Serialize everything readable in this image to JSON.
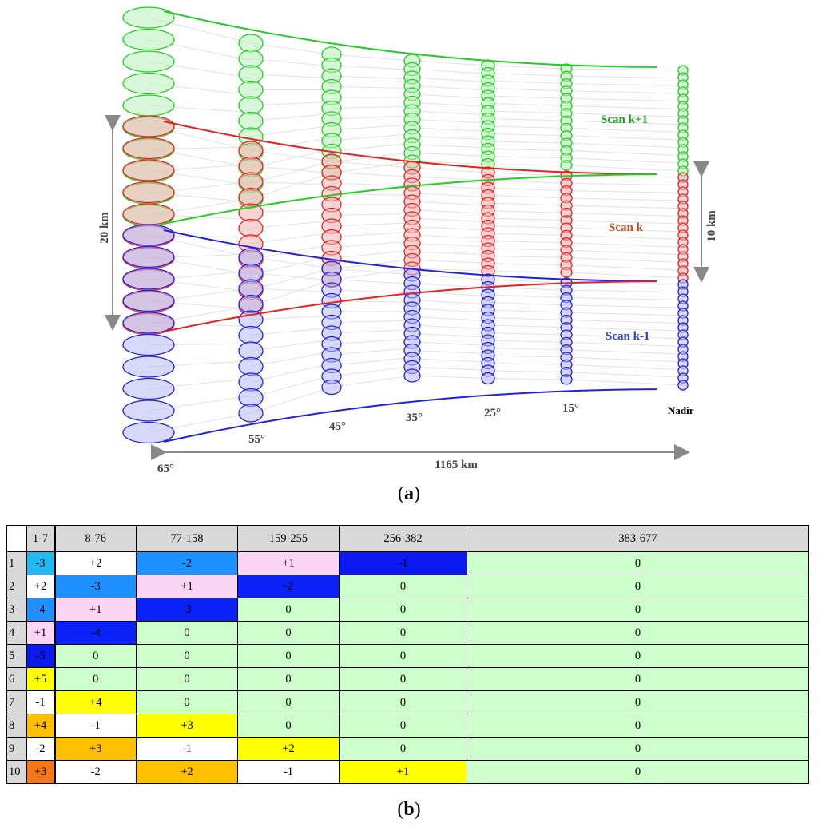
{
  "diagram": {
    "scan_labels": [
      {
        "text": "Scan k+1",
        "color": "#1a9e1a"
      },
      {
        "text": "Scan k",
        "color": "#c0501a"
      },
      {
        "text": "Scan k-1",
        "color": "#2a3fd6"
      }
    ],
    "dimension_labels": {
      "left": "20 km",
      "right": "10 km",
      "bottom": "1165 km"
    },
    "angle_labels": [
      "65°",
      "55°",
      "45°",
      "35°",
      "25°",
      "15°",
      "Nadir"
    ],
    "colors": {
      "green": "#22cc22",
      "red": "#e82020",
      "blue": "#2020e0",
      "green_fill": "#b8f0b8",
      "red_fill": "#f3b3b3",
      "blue_fill": "#b8b8f3"
    }
  },
  "captions": {
    "a": "(a)",
    "b": "(b)",
    "a_letter": "a",
    "b_letter": "b"
  },
  "table": {
    "header": [
      "",
      "1-7",
      "8-76",
      "77-158",
      "159-255",
      "256-382",
      "383-677"
    ],
    "rows": [
      {
        "idx": "1",
        "cells": [
          "-3",
          "+2",
          "-2",
          "+1",
          "-1",
          "0"
        ]
      },
      {
        "idx": "2",
        "cells": [
          "+2",
          "-3",
          "+1",
          "-2",
          "0",
          "0"
        ]
      },
      {
        "idx": "3",
        "cells": [
          "-4",
          "+1",
          "-3",
          "0",
          "0",
          "0"
        ]
      },
      {
        "idx": "4",
        "cells": [
          "+1",
          "-4",
          "0",
          "0",
          "0",
          "0"
        ]
      },
      {
        "idx": "5",
        "cells": [
          "-5",
          "0",
          "0",
          "0",
          "0",
          "0"
        ]
      },
      {
        "idx": "6",
        "cells": [
          "+5",
          "0",
          "0",
          "0",
          "0",
          "0"
        ]
      },
      {
        "idx": "7",
        "cells": [
          "-1",
          "+4",
          "0",
          "0",
          "0",
          "0"
        ]
      },
      {
        "idx": "8",
        "cells": [
          "+4",
          "-1",
          "+3",
          "0",
          "0",
          "0"
        ]
      },
      {
        "idx": "9",
        "cells": [
          "-2",
          "+3",
          "-1",
          "+2",
          "0",
          "0"
        ]
      },
      {
        "idx": "10",
        "cells": [
          "+3",
          "-2",
          "+2",
          "-1",
          "+1",
          "0"
        ]
      }
    ],
    "cell_colors": {
      "zero": "#ccffcc",
      "white": "#ffffff",
      "m1": "#0a1af0",
      "m2": "#0a22f5",
      "m3": "#1e90ff",
      "m4": "#1e7fe8",
      "m5": "#0a1af0",
      "m3_light": "#22b8f0",
      "p1": "#fcd4f4",
      "p2_yellow": "#ffff00",
      "p_orange": "#ffc000",
      "p_deep_orange": "#f07818"
    }
  }
}
